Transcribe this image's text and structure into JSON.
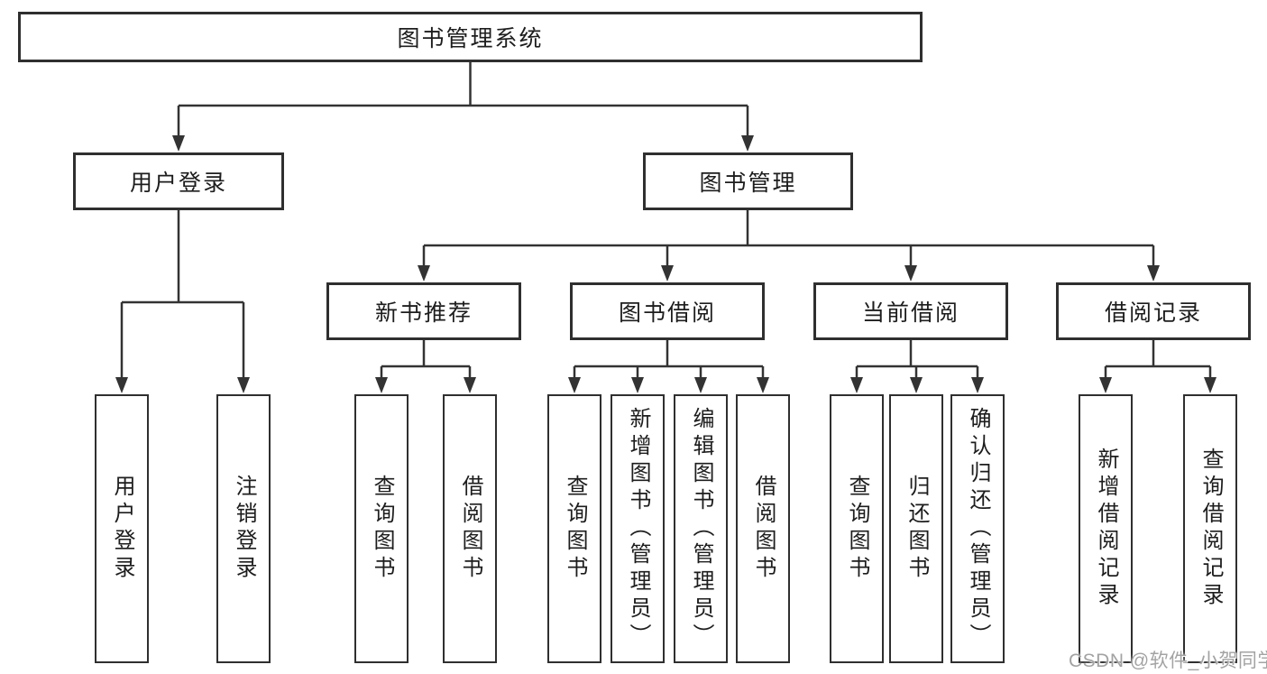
{
  "tree": {
    "label": "图书管理系统",
    "children": [
      {
        "label": "用户登录",
        "children": [
          {
            "label": "用户登录"
          },
          {
            "label": "注销登录"
          }
        ]
      },
      {
        "label": "图书管理",
        "children": [
          {
            "label": "新书推荐",
            "children": [
              {
                "label": "查询图书"
              },
              {
                "label": "借阅图书"
              }
            ]
          },
          {
            "label": "图书借阅",
            "children": [
              {
                "label": "查询图书"
              },
              {
                "label": "新增图书（管理员）"
              },
              {
                "label": "编辑图书（管理员）"
              },
              {
                "label": "借阅图书"
              }
            ]
          },
          {
            "label": "当前借阅",
            "children": [
              {
                "label": "查询图书"
              },
              {
                "label": "归还图书"
              },
              {
                "label": "确认归还（管理员）"
              }
            ]
          },
          {
            "label": "借阅记录",
            "children": [
              {
                "label": "新增借阅记录"
              },
              {
                "label": "查询借阅记录"
              }
            ]
          }
        ]
      }
    ]
  },
  "watermark": {
    "text": "CSDN @软件_小贺同学"
  },
  "colors": {
    "line": "#333333",
    "box_border": "#2f2f2f",
    "text": "#1d1d1d",
    "background": "#ffffff",
    "watermark": "#a3a3a3"
  }
}
